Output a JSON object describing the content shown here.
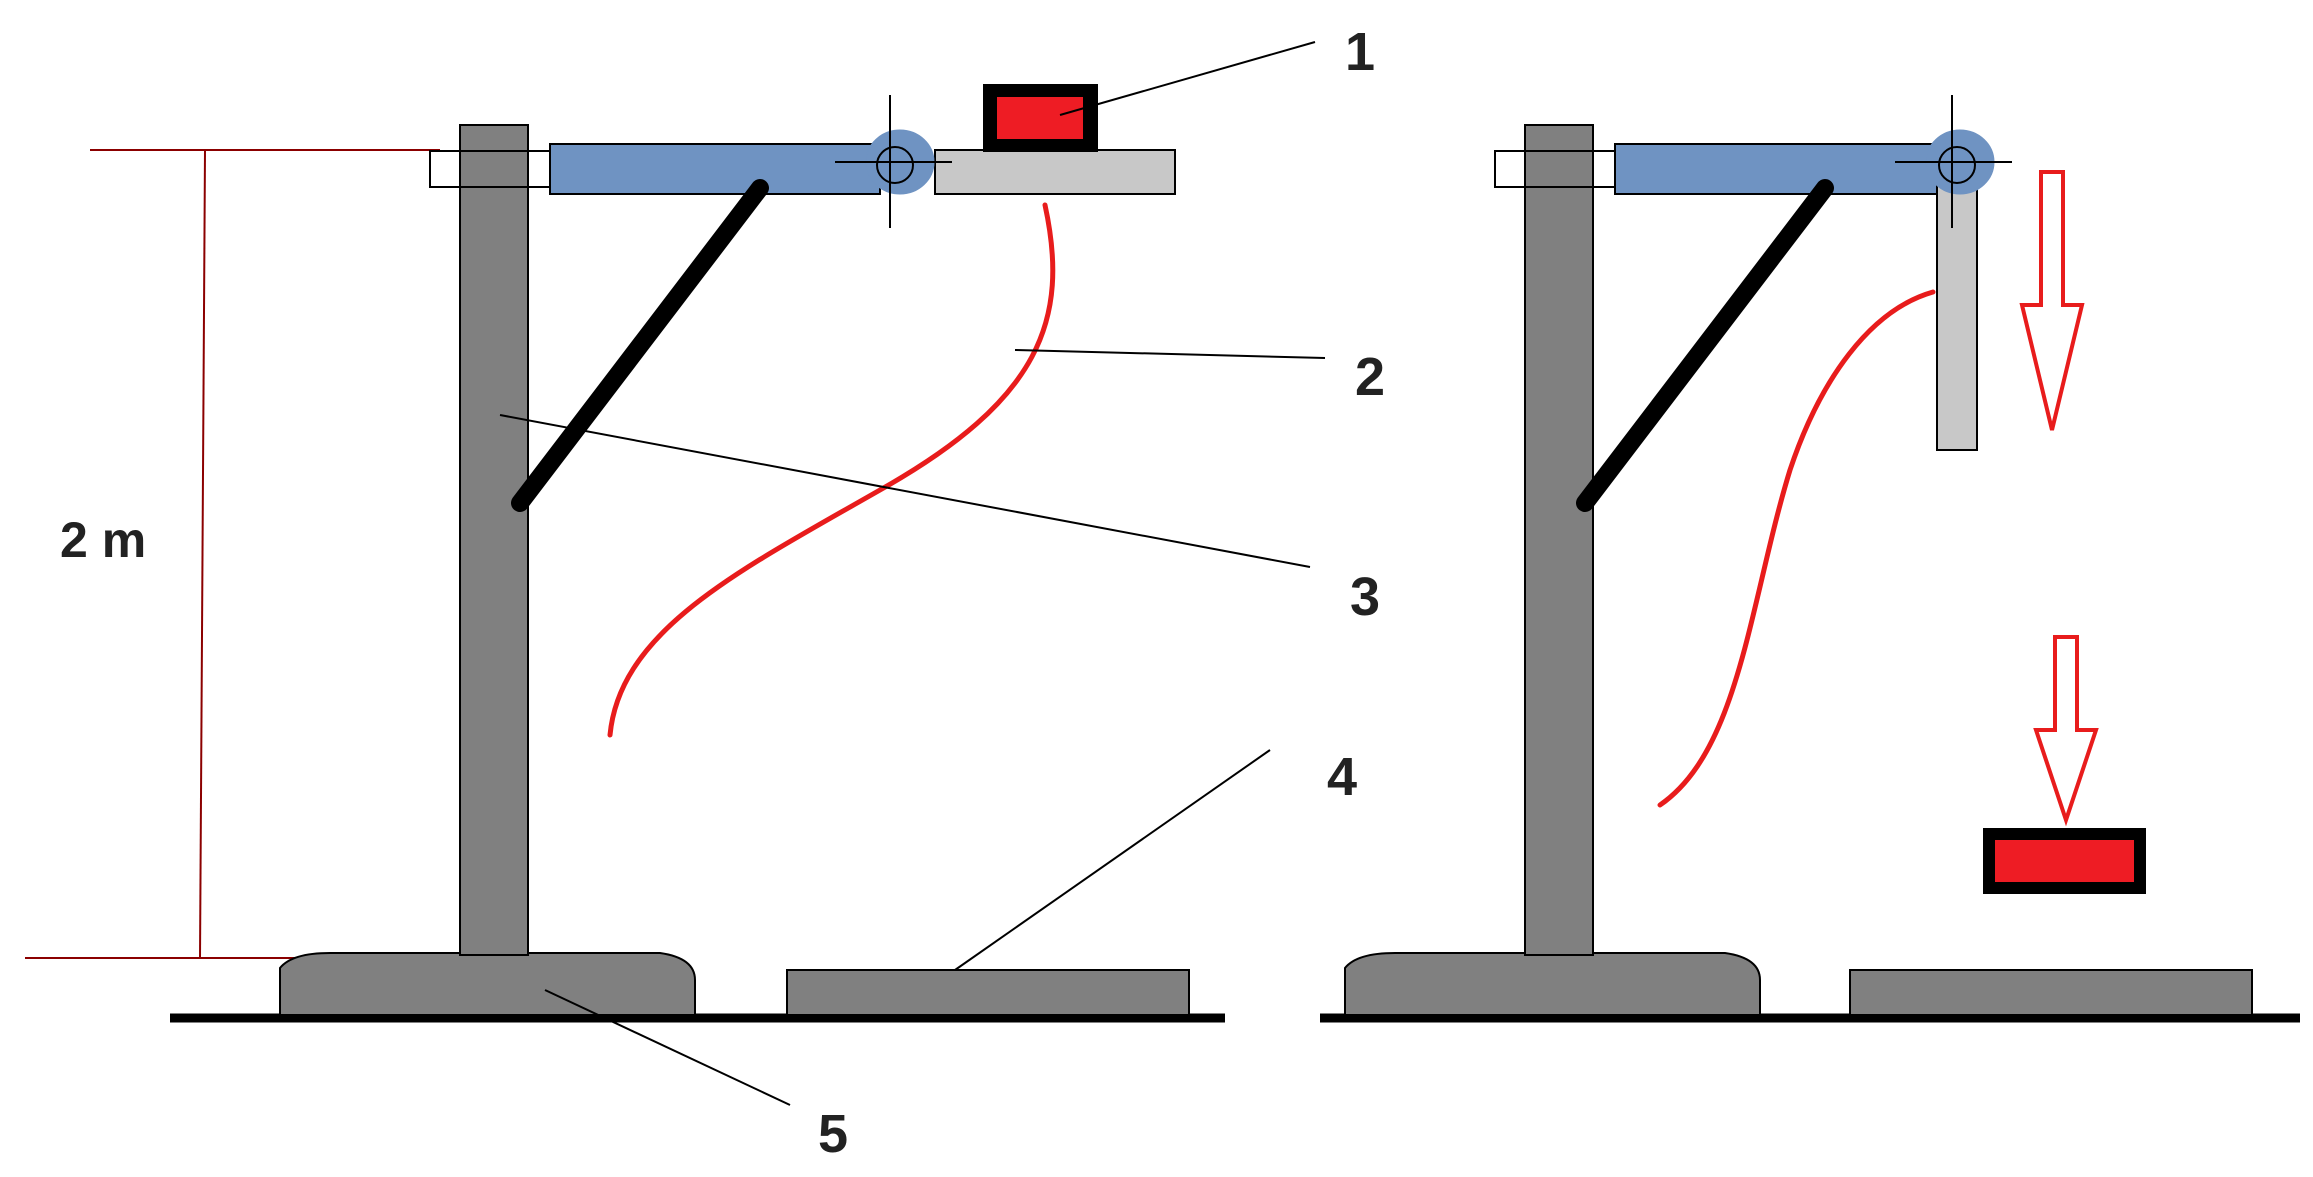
{
  "labels": {
    "height": "2 m",
    "l1": "1",
    "l2": "2",
    "l3": "3",
    "l4": "4",
    "l5": "5"
  },
  "colors": {
    "post": "#808080",
    "beam": "#6f93c2",
    "flap": "#c8c8c8",
    "block": "#ee1c24",
    "cable": "#e81c1c",
    "dimension": "#8b0000",
    "outline": "#000000"
  }
}
